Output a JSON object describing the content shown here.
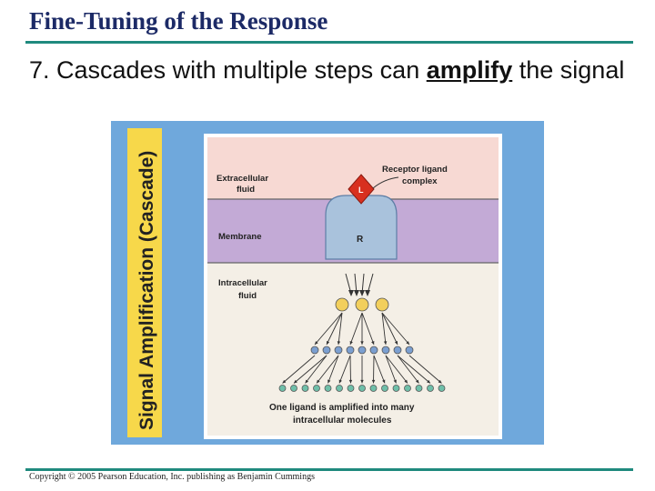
{
  "slide": {
    "title": "Fine-Tuning of the Response",
    "point_prefix": "7.  Cascades with multiple steps can ",
    "point_emphasis": "amplify",
    "point_suffix": " the signal",
    "copyright": "Copyright © 2005 Pearson Education, Inc. publishing as Benjamin Cummings"
  },
  "figure": {
    "side_label": "Signal Amplification (Cascade)",
    "region_extracellular": [
      "Extracellular",
      "fluid"
    ],
    "region_membrane": "Membrane",
    "region_intracellular": [
      "Intracellular",
      "fluid"
    ],
    "receptor_ligand_label": [
      "Receptor ligand",
      "complex"
    ],
    "ligand_letter": "L",
    "receptor_letter": "R",
    "caption": [
      "One ligand is amplified into many",
      "intracellular molecules"
    ],
    "level_counts": [
      1,
      3,
      9,
      15
    ],
    "colors": {
      "background_blue": "#6fa8dc",
      "side_label_yellow": "#f7d84a",
      "extracellular_pink": "#f7d9d3",
      "membrane_purple": "#c3aad6",
      "intracellular": "#f4efe6",
      "receptor_blue": "#a9c2dc",
      "ligand_red": "#d8301f",
      "level1_dot": "#f2cf5c",
      "level2_dot": "#7b9fd0",
      "level3_dot": "#6fbfa9"
    }
  }
}
